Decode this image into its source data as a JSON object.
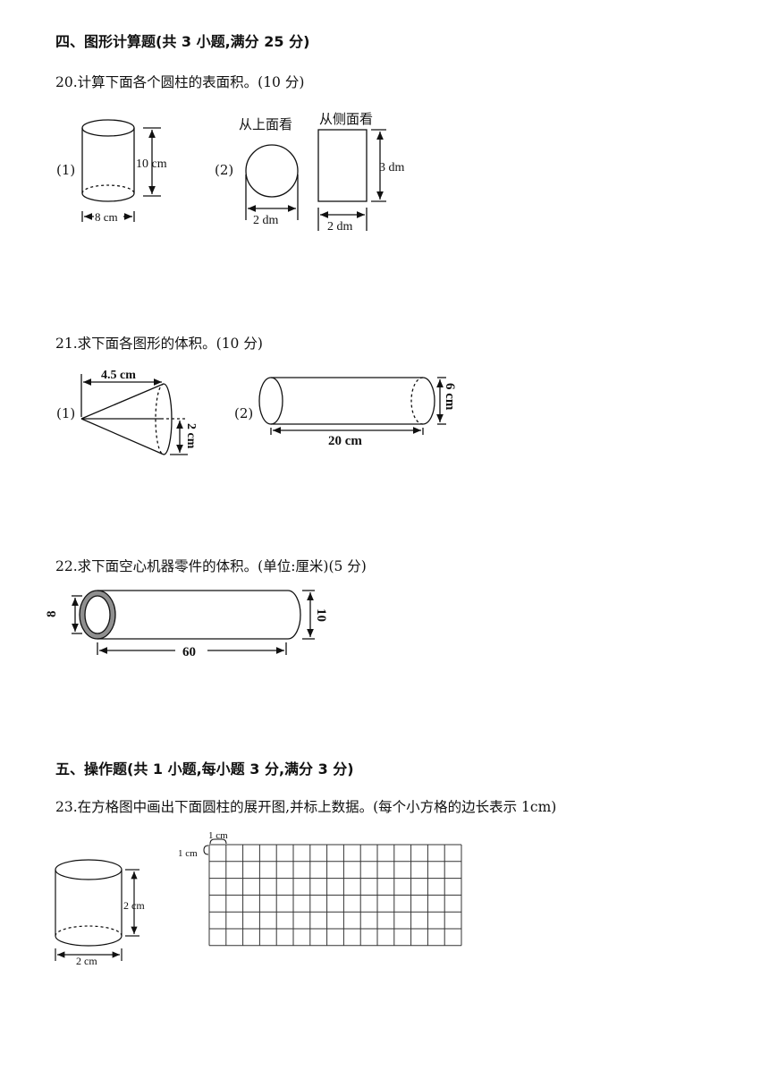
{
  "section4": {
    "title": "四、图形计算题(共 3 小题,满分 25 分)"
  },
  "q20": {
    "text": "20.计算下面各个圆柱的表面积。(10 分)",
    "fig1": {
      "label": "(1)",
      "height": "10 cm",
      "diameter": "8 cm"
    },
    "fig2": {
      "label": "(2)",
      "top_view": "从上面看",
      "side_view": "从侧面看",
      "circle_width": "2 dm",
      "rect_width": "2 dm",
      "rect_height": "3 dm"
    }
  },
  "q21": {
    "text": "21.求下面各图形的体积。(10 分)",
    "fig1": {
      "label": "(1)",
      "length": "4.5 cm",
      "radius": "2 cm"
    },
    "fig2": {
      "label": "(2)",
      "length": "20 cm",
      "diameter": "6 cm"
    }
  },
  "q22": {
    "text": "22.求下面空心机器零件的体积。(单位:厘米)(5 分)",
    "inner": "8",
    "outer": "10",
    "length": "60"
  },
  "section5": {
    "title": "五、操作题(共 1 小题,每小题 3 分,满分 3 分)"
  },
  "q23": {
    "text": "23.在方格图中画出下面圆柱的展开图,并标上数据。(每个小方格的边长表示 1cm)",
    "cyl_height": "2 cm",
    "cyl_diameter": "2 cm",
    "grid_unit_top": "1 cm",
    "grid_unit_left": "1 cm",
    "grid_cols": 15,
    "grid_rows": 6
  }
}
